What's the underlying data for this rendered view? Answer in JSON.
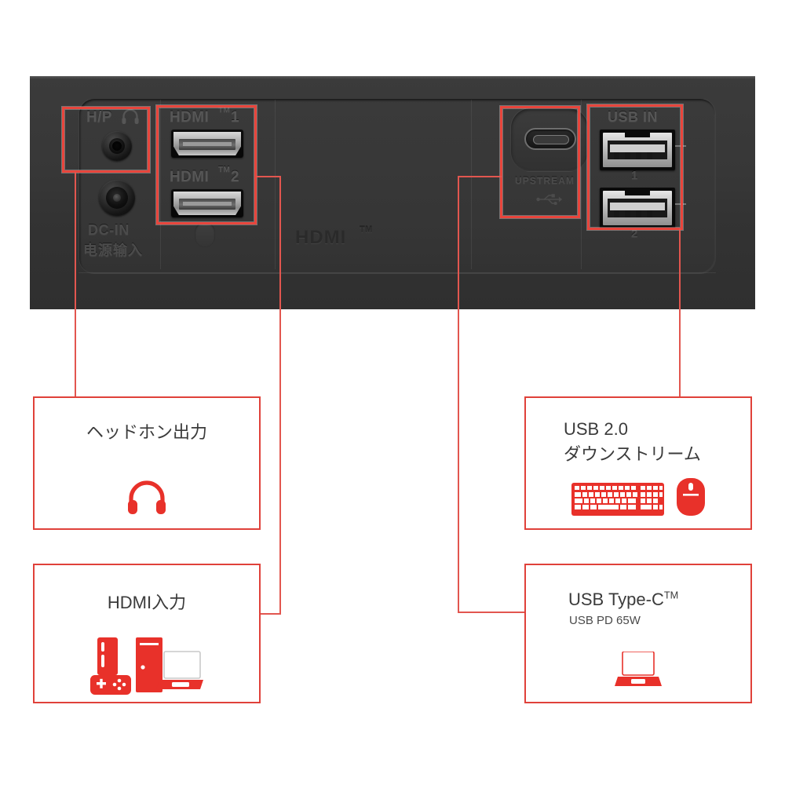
{
  "meta": {
    "subject": "monitor-rear-io-panel-diagram",
    "accent_red": "#e0413a",
    "highlight_red": "#e8453c",
    "panel_dark": "#373737"
  },
  "panel": {
    "labels": {
      "headphone": "H/P",
      "hdmi1": "HDMI",
      "hdmi1_tm": "TM",
      "hdmi1_num": "1",
      "hdmi2": "HDMI",
      "hdmi2_tm": "TM",
      "hdmi2_num": "2",
      "dc_in": "DC-IN",
      "dc_in_cn": "电源输入",
      "hdmi_logo": "HDMI",
      "hdmi_logo_tm": "TM",
      "upstream": "UPSTREAM",
      "usb_in": "USB IN",
      "usb_port_1": "1",
      "usb_port_2": "2"
    },
    "icons": {
      "headphone_jack": "headphone-icon",
      "usb_trident": "usb-trident-icon"
    }
  },
  "callouts": [
    {
      "id": "headphone-out",
      "title": "ヘッドホン出力",
      "subtitle": "",
      "icons": [
        "headphones-icon"
      ]
    },
    {
      "id": "hdmi-input",
      "title": "HDMI入力",
      "subtitle": "",
      "icons": [
        "game-console-icon",
        "desktop-pc-icon",
        "laptop-icon"
      ]
    },
    {
      "id": "usb-downstream",
      "title": "USB 2.0\nダウンストリーム",
      "subtitle": "",
      "icons": [
        "keyboard-icon",
        "mouse-icon"
      ]
    },
    {
      "id": "usb-type-c",
      "title": "USB Type-C",
      "title_sup": "TM",
      "subtitle": "USB PD 65W",
      "icons": [
        "laptop-icon"
      ]
    }
  ]
}
